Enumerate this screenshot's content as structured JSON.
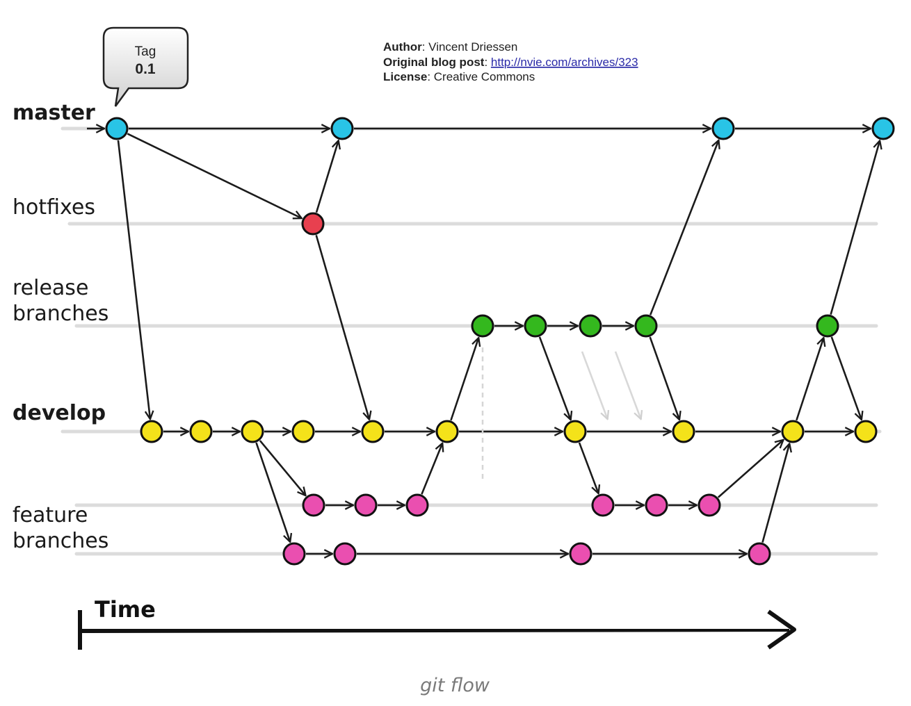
{
  "lanes": {
    "master": "master",
    "hotfixes": "hotfixes",
    "release_1": "release",
    "release_2": "branches",
    "develop": "develop",
    "feature_1": "feature",
    "feature_2": "branches"
  },
  "tag": {
    "line1": "Tag",
    "line2": "0.1"
  },
  "credits": {
    "author_key": "Author",
    "author_value": ": Vincent Driessen",
    "post_key": "Original blog post",
    "post_sep": ": ",
    "post_url": "http://nvie.com/archives/323",
    "license_key": "License",
    "license_value": ": Creative Commons"
  },
  "time_label": "Time",
  "caption": "git flow",
  "colors": {
    "master": "#29c4e6",
    "hotfix": "#e8404f",
    "release": "#34b81e",
    "develop": "#f4e21a",
    "feature": "#ea4fb0"
  }
}
